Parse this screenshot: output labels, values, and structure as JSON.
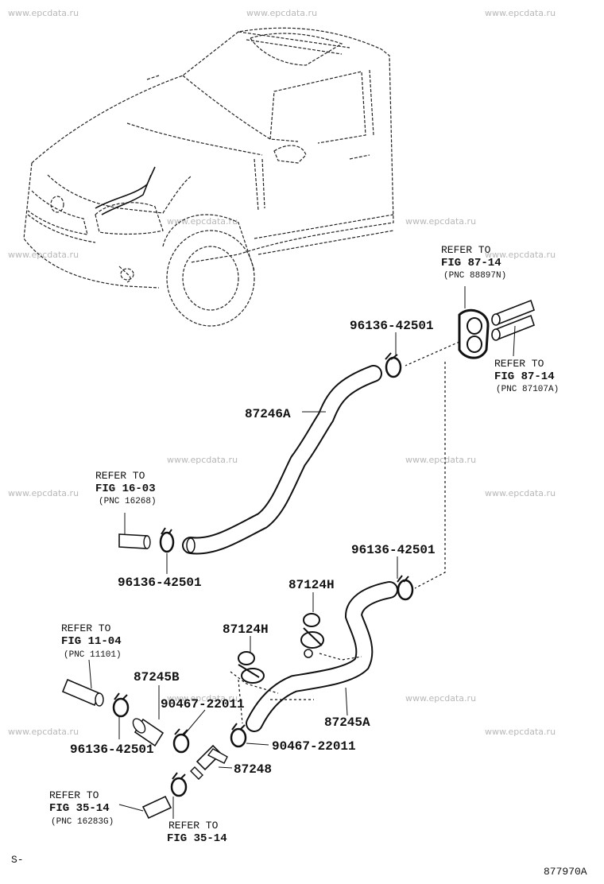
{
  "watermark": "www.epcdata.ru",
  "refer_to": "REFER TO",
  "references": {
    "fig_87_14_top": {
      "fig": "FIG 87-14",
      "pnc": "(PNC 88897N)"
    },
    "fig_87_14_right": {
      "fig": "FIG 87-14",
      "pnc": "(PNC 87107A)"
    },
    "fig_16_03": {
      "fig": "FIG 16-03",
      "pnc": "(PNC 16268)"
    },
    "fig_11_04": {
      "fig": "FIG 11-04",
      "pnc": "(PNC 11101)"
    },
    "fig_35_14_left": {
      "fig": "FIG 35-14",
      "pnc": "(PNC 16283G)"
    },
    "fig_35_14_bottom": {
      "fig": "FIG 35-14"
    }
  },
  "parts": {
    "clamp_top": "96136-42501",
    "hose_a": "87246A",
    "clamp_left": "96136-42501",
    "clamp_right": "96136-42501",
    "valve_upper": "87124H",
    "valve_lower": "87124H",
    "hose_b": "87245B",
    "clip_upper": "90467-22011",
    "hose_c": "87245A",
    "clamp_bottom_left": "96136-42501",
    "clip_lower": "90467-22011",
    "joint": "87248"
  },
  "footer": {
    "left_code": "S-",
    "illustration_no": "877970A"
  }
}
